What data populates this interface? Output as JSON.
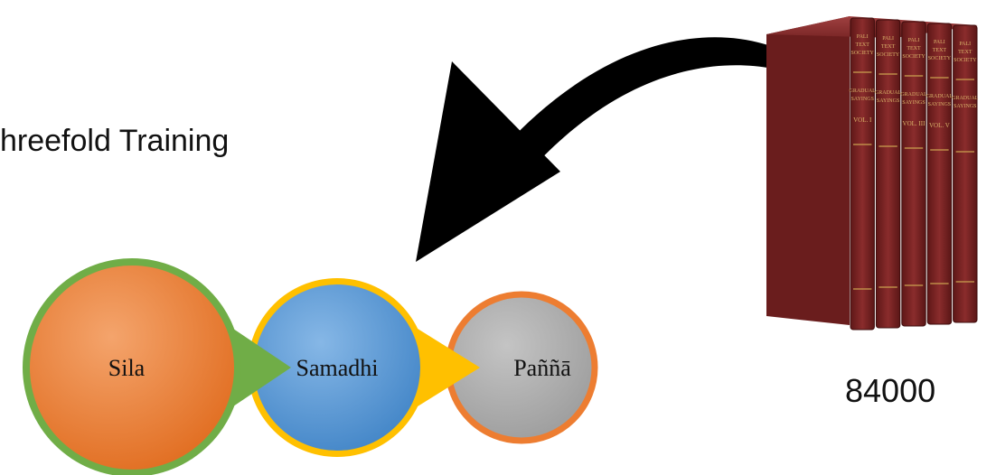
{
  "title": "hreefold Training",
  "count_label": "84000",
  "circles": [
    {
      "label": "Sila",
      "fill": "#ed7d31",
      "border": "#70ad47"
    },
    {
      "label": "Samadhi",
      "fill": "#5b9bd5",
      "border": "#ffc000"
    },
    {
      "label": "Paññā",
      "fill": "#a5a5a5",
      "border": "#ed7d31"
    }
  ],
  "books": {
    "spine_color": "#7a2525",
    "count": 5,
    "spine_texts": [
      [
        "PALI",
        "TEXT",
        "SOCIETY"
      ],
      [
        "PALI",
        "TEXT",
        "SOCIETY"
      ],
      [
        "PALI",
        "TEXT",
        "SOCIETY"
      ],
      [
        "PALI",
        "TEXT",
        "SOCIETY"
      ],
      [
        "PALI",
        "TEXT",
        "SOCIETY"
      ]
    ],
    "titles": [
      "GRADUAL SAYINGS",
      "GRADUAL SAYINGS",
      "GRADUAL SAYINGS",
      "GRADUAL SAYINGS",
      "GRADUAL SAYINGS"
    ],
    "volumes": [
      "VOL. I",
      "",
      "VOL. III",
      "VOL. V",
      ""
    ]
  },
  "icons": {
    "arrow": "curved-arrow-icon",
    "books": "book-set-icon"
  },
  "colors": {
    "arrow": "#000000",
    "text": "#111111"
  }
}
